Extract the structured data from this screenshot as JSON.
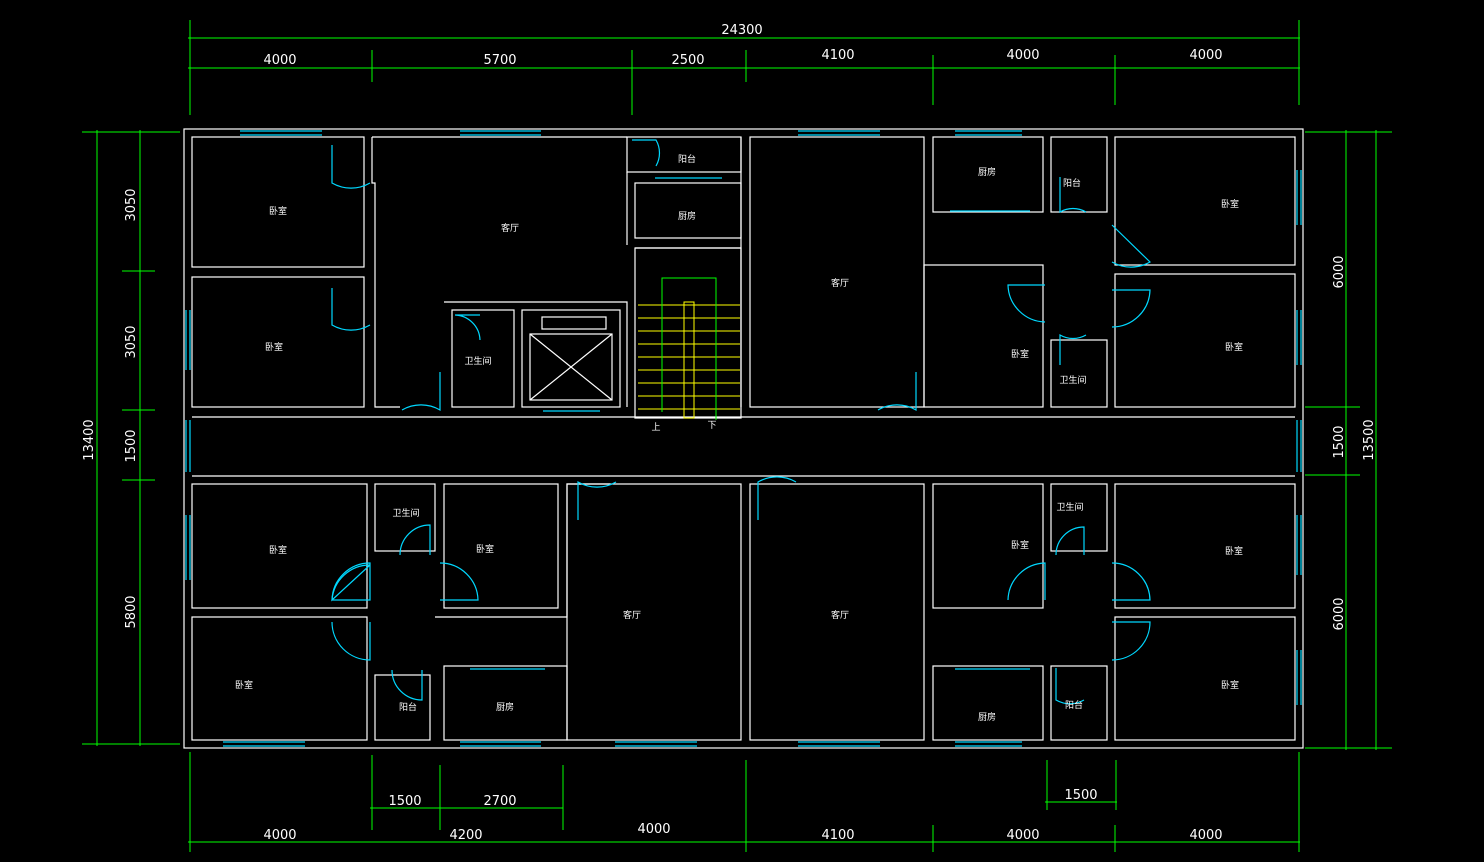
{
  "colors": {
    "background": "#000000",
    "wall": "#ffffff",
    "dimension": "#00ff00",
    "window": "#00d8ff",
    "stair": "#ffff00"
  },
  "dimensions": {
    "top_total": "24300",
    "top_segments": [
      "4000",
      "5700",
      "2500",
      "4100",
      "4000",
      "4000"
    ],
    "bottom_inner": [
      "1500",
      "2700"
    ],
    "bottom_right_inner": "1500",
    "bottom_segments": [
      "4000",
      "4200",
      "4000",
      "4100",
      "4000",
      "4000"
    ],
    "left_total": "13400",
    "left_segments": [
      "3050",
      "3050",
      "1500",
      "5800"
    ],
    "right_total": "13500",
    "right_segments": [
      "6000",
      "1500",
      "6000"
    ]
  },
  "rooms": {
    "bedroom": "卧室",
    "living": "客厅",
    "kitchen": "厨房",
    "balcony": "阳台",
    "bathroom": "卫生间",
    "stair_up": "上",
    "stair_down": "下"
  }
}
